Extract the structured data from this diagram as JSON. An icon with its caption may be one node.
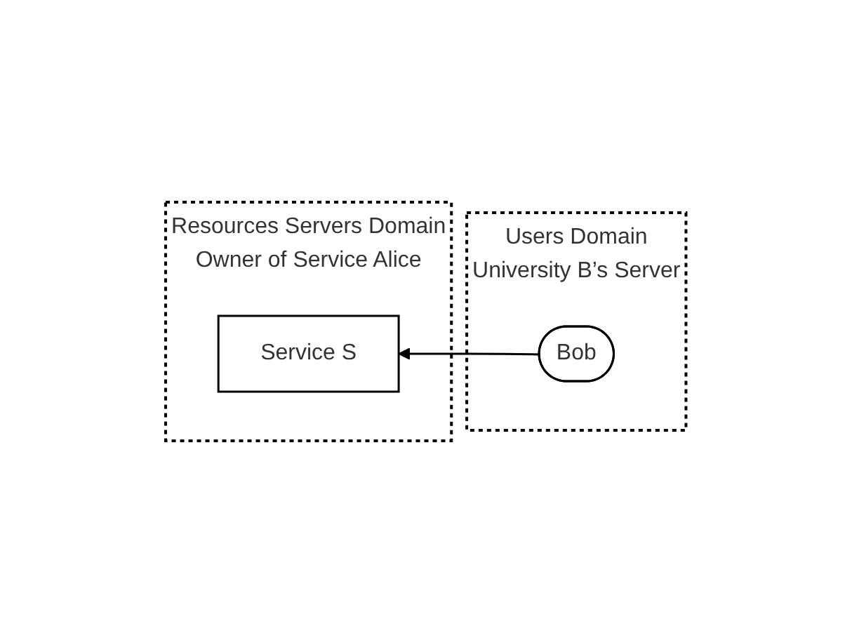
{
  "diagram": {
    "nodes": [
      {
        "text": [
          "Resources Servers Domain",
          "Owner of Service Alice"
        ]
      },
      {
        "text": [
          "Service S"
        ],
        "in": 0
      },
      {
        "text": [
          "Users Domain",
          "University B’s Server"
        ]
      },
      {
        "text": [
          "Bob"
        ],
        "in": 2
      }
    ],
    "edges": [
      {
        "from": 3,
        "to": 1,
        "arrow": "to"
      }
    ]
  }
}
